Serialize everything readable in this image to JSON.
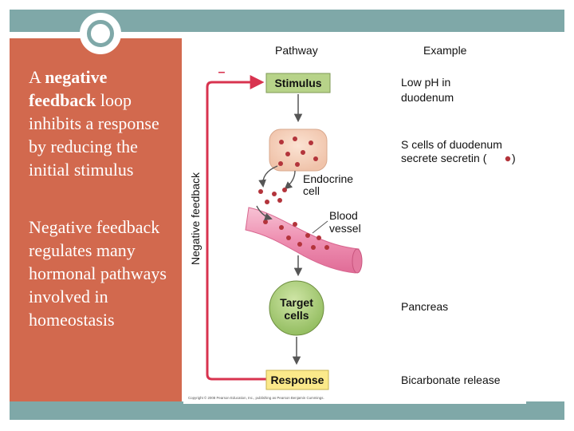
{
  "slide": {
    "bullet1": {
      "prefix": "A ",
      "strong": "negative feedback",
      "suffix": " loop inhibits a response by reducing the initial stimulus"
    },
    "bullet2": "Negative feedback regulates many hormonal pathways involved in homeostasis"
  },
  "diagram": {
    "header_pathway": "Pathway",
    "header_example": "Example",
    "side_label": "Negative feedback",
    "minus_sign": "–",
    "stimulus": "Stimulus",
    "endocrine_line1": "Endocrine",
    "endocrine_line2": "cell",
    "blood_line1": "Blood",
    "blood_line2": "vessel",
    "target_line1": "Target",
    "target_line2": "cells",
    "response": "Response",
    "example_stimulus_line1": "Low pH in",
    "example_stimulus_line2": "duodenum",
    "example_endocrine_line1": "S cells of duodenum",
    "example_endocrine_line2": "secrete secretin (",
    "example_endocrine_close": ")",
    "example_target": "Pancreas",
    "example_response": "Bicarbonate release",
    "copyright": "Copyright © 2008 Pearson Education, Inc., publishing as Pearson Benjamin Cummings."
  },
  "colors": {
    "panel": "#d2694e",
    "frame": "#7fa8a8",
    "box_green": "#b7d389",
    "box_yellow": "#fbe98a",
    "feedback_line": "#d8334f",
    "hormone_dot": "#b3343b",
    "vessel": "#f19ab8"
  }
}
